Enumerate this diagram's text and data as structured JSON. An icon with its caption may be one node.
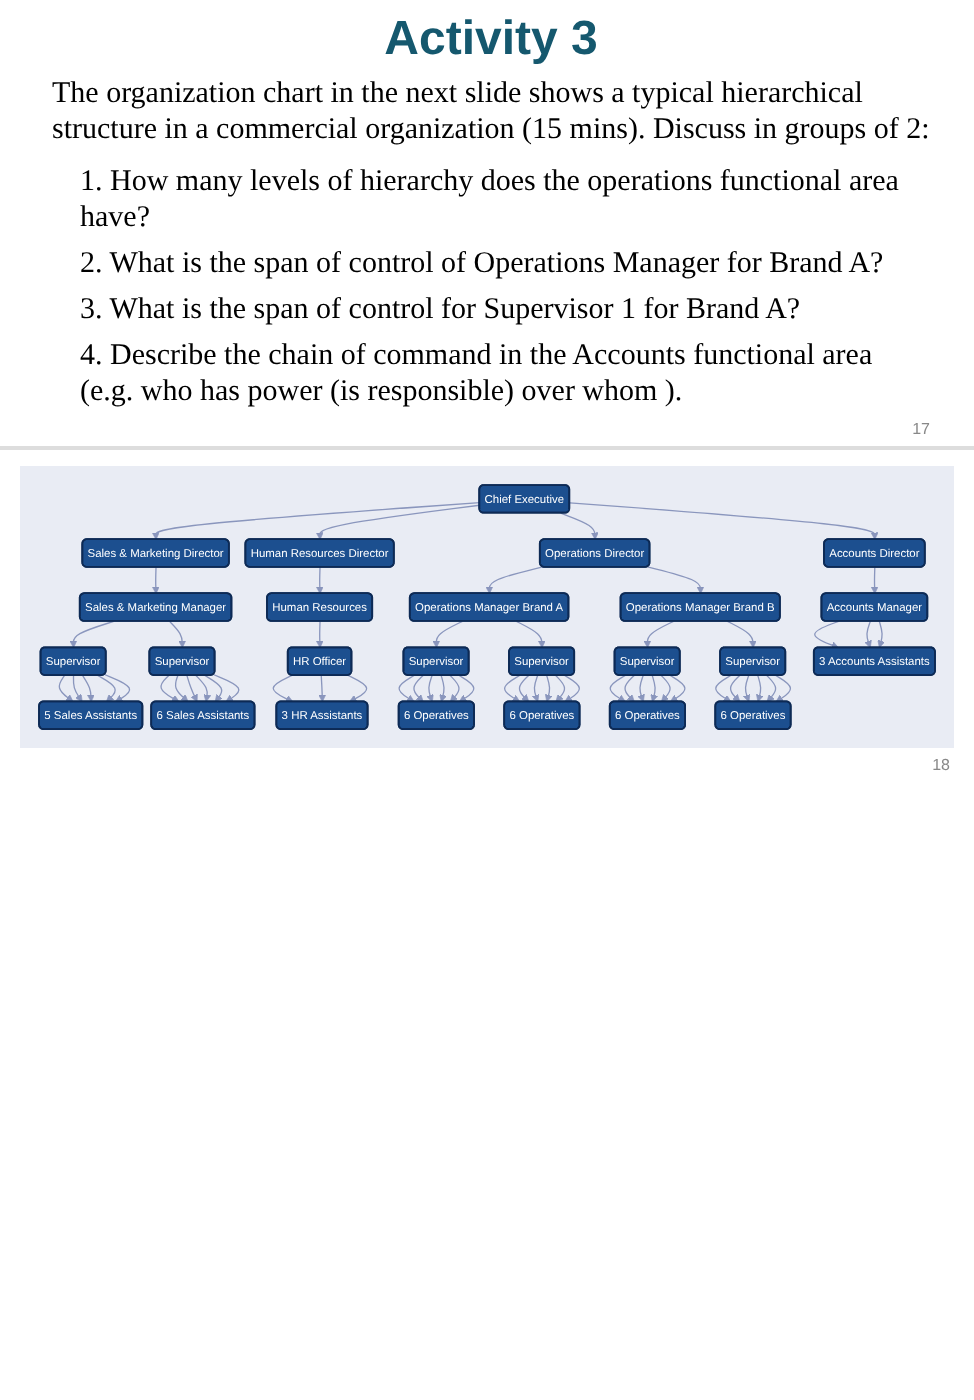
{
  "diagram": {
    "title": "Activity 3",
    "nodes": [
      {
        "text": [
          "Chief Executive"
        ]
      },
      {
        "text": [
          "Accounts Director"
        ]
      },
      {
        "text": [
          "Sales & Marketing Director"
        ]
      },
      {
        "text": [
          "Human Resources Director"
        ]
      },
      {
        "text": [
          "Operations Director"
        ]
      },
      {
        "text": [
          "Accounts Manager"
        ]
      },
      {
        "text": [
          "Sales & Marketing Manager"
        ]
      },
      {
        "text": [
          "Human Resources"
        ]
      },
      {
        "text": [
          "Operations Manager Brand A"
        ]
      },
      {
        "text": [
          "Operations Manager Brand B"
        ]
      },
      {
        "text": [
          "Supervisor"
        ]
      },
      {
        "text": [
          "Supervisor"
        ]
      },
      {
        "text": [
          "HR Officer"
        ]
      },
      {
        "text": [
          "Supervisor"
        ]
      },
      {
        "text": [
          "Supervisor"
        ]
      },
      {
        "text": [
          "Supervisor"
        ]
      },
      {
        "text": [
          "Supervisor"
        ]
      },
      {
        "text": [
          "3 Accounts Assistants"
        ]
      },
      {
        "text": [
          "5 Sales Assistants"
        ]
      },
      {
        "text": [
          "6 Sales Assistants"
        ]
      },
      {
        "text": [
          "3 HR Assistants"
        ]
      },
      {
        "text": [
          "6 Operatives"
        ]
      },
      {
        "text": [
          "6 Operatives"
        ]
      },
      {
        "text": [
          "6 Operatives"
        ]
      },
      {
        "text": [
          "6 Operatives"
        ]
      }
    ],
    "edges": [
      {
        "from": 0,
        "to": 1,
        "arrow": "to"
      },
      {
        "from": 1,
        "to": 5,
        "arrow": "to"
      },
      {
        "from": 0,
        "to": 2,
        "arrow": "to"
      },
      {
        "from": 2,
        "to": 6,
        "arrow": "to"
      },
      {
        "from": 6,
        "to": 10,
        "arrow": "to"
      },
      {
        "from": 6,
        "to": 11,
        "arrow": "to"
      },
      {
        "from": 0,
        "to": 3,
        "arrow": "to"
      },
      {
        "from": 3,
        "to": 7,
        "arrow": "to"
      },
      {
        "from": 7,
        "to": 12,
        "arrow": "to"
      },
      {
        "from": 0,
        "to": 4,
        "arrow": "to"
      },
      {
        "from": 4,
        "to": 8,
        "arrow": "to"
      },
      {
        "from": 4,
        "to": 9,
        "arrow": "to"
      },
      {
        "from": 8,
        "to": 13,
        "arrow": "to"
      },
      {
        "from": 8,
        "to": 14,
        "arrow": "to"
      },
      {
        "from": 9,
        "to": 15,
        "arrow": "to"
      },
      {
        "from": 9,
        "to": 16,
        "arrow": "to"
      },
      {
        "from": 5,
        "to": 17,
        "arrow": "to"
      },
      {
        "from": 5,
        "to": 17,
        "arrow": "to"
      },
      {
        "from": 5,
        "to": 17,
        "arrow": "to"
      },
      {
        "from": 10,
        "to": 18,
        "arrow": "to"
      },
      {
        "from": 10,
        "to": 18,
        "arrow": "to"
      },
      {
        "from": 10,
        "to": 18,
        "arrow": "to"
      },
      {
        "from": 10,
        "to": 18,
        "arrow": "to"
      },
      {
        "from": 10,
        "to": 18,
        "arrow": "to"
      },
      {
        "from": 11,
        "to": 19,
        "arrow": "to"
      },
      {
        "from": 11,
        "to": 19,
        "arrow": "to"
      },
      {
        "from": 11,
        "to": 19,
        "arrow": "to"
      },
      {
        "from": 11,
        "to": 19,
        "arrow": "to"
      },
      {
        "from": 11,
        "to": 19,
        "arrow": "to"
      },
      {
        "from": 11,
        "to": 19,
        "arrow": "to"
      },
      {
        "from": 12,
        "to": 20,
        "arrow": "to"
      },
      {
        "from": 12,
        "to": 20,
        "arrow": "to"
      },
      {
        "from": 12,
        "to": 20,
        "arrow": "to"
      },
      {
        "from": 13,
        "to": 21,
        "arrow": "to"
      },
      {
        "from": 13,
        "to": 21,
        "arrow": "to"
      },
      {
        "from": 13,
        "to": 21,
        "arrow": "to"
      },
      {
        "from": 13,
        "to": 21,
        "arrow": "to"
      },
      {
        "from": 13,
        "to": 21,
        "arrow": "to"
      },
      {
        "from": 13,
        "to": 21,
        "arrow": "to"
      },
      {
        "from": 14,
        "to": 22,
        "arrow": "to"
      },
      {
        "from": 14,
        "to": 22,
        "arrow": "to"
      },
      {
        "from": 14,
        "to": 22,
        "arrow": "to"
      },
      {
        "from": 14,
        "to": 22,
        "arrow": "to"
      },
      {
        "from": 14,
        "to": 22,
        "arrow": "to"
      },
      {
        "from": 14,
        "to": 22,
        "arrow": "to"
      },
      {
        "from": 15,
        "to": 23,
        "arrow": "to"
      },
      {
        "from": 15,
        "to": 23,
        "arrow": "to"
      },
      {
        "from": 15,
        "to": 23,
        "arrow": "to"
      },
      {
        "from": 15,
        "to": 23,
        "arrow": "to"
      },
      {
        "from": 15,
        "to": 23,
        "arrow": "to"
      },
      {
        "from": 15,
        "to": 23,
        "arrow": "to"
      },
      {
        "from": 16,
        "to": 24,
        "arrow": "to"
      },
      {
        "from": 16,
        "to": 24,
        "arrow": "to"
      },
      {
        "from": 16,
        "to": 24,
        "arrow": "to"
      },
      {
        "from": 16,
        "to": 24,
        "arrow": "to"
      },
      {
        "from": 16,
        "to": 24,
        "arrow": "to"
      },
      {
        "from": 16,
        "to": 24,
        "arrow": "to"
      }
    ],
    "labels": [
      "The organization chart in the next slide shows a typical hierarchical structure in a commercial organization (15 mins). Discuss in groups of 2:",
      "1. How many levels of hierarchy does the operations functional area have?",
      "2. What is the span of control of Operations Manager for Brand A?",
      "3. What is the span of control for Supervisor 1 for Brand A?",
      "4. Describe the chain of command in the Accounts functional area (e.g. who has power (is responsible) over whom ).",
      "17",
      "18"
    ]
  }
}
